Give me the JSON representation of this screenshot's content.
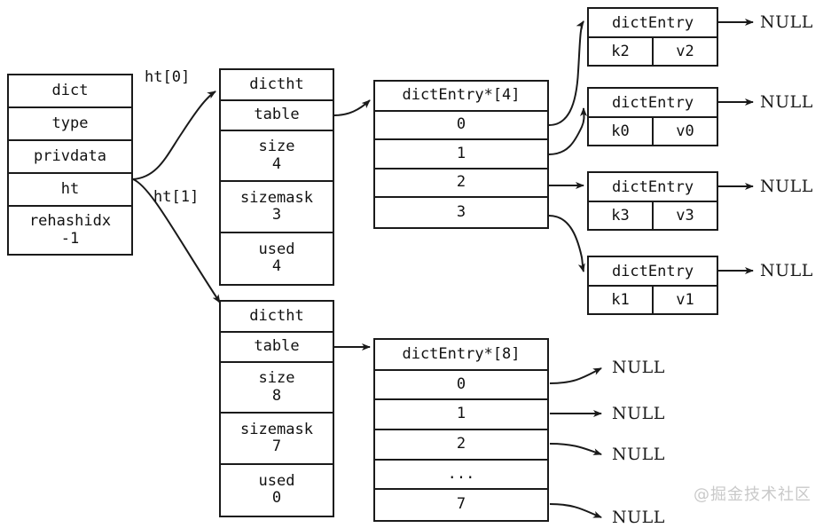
{
  "diagram": {
    "title": "redis-dict-rehash-structure",
    "colors": {
      "stroke": "#1a1a1a",
      "text": "#111111",
      "background": "#ffffff",
      "watermark": "#c9c9c9"
    },
    "dict": {
      "name": "dict",
      "fields": [
        {
          "label": "type",
          "value": ""
        },
        {
          "label": "privdata",
          "value": ""
        },
        {
          "label": "ht",
          "value": ""
        },
        {
          "label": "rehashidx",
          "value": "-1"
        }
      ]
    },
    "pointer_labels": {
      "ht0": "ht[0]",
      "ht1": "ht[1]"
    },
    "hashtables": [
      {
        "name": "dictht",
        "table_label": "table",
        "size_label": "size",
        "size_value": "4",
        "sizemask_label": "sizemask",
        "sizemask_value": "3",
        "used_label": "used",
        "used_value": "4"
      },
      {
        "name": "dictht",
        "table_label": "table",
        "size_label": "size",
        "size_value": "8",
        "sizemask_label": "sizemask",
        "sizemask_value": "7",
        "used_label": "used",
        "used_value": "0"
      }
    ],
    "bucket_tables": [
      {
        "header": "dictEntry*[4]",
        "slots": [
          "0",
          "1",
          "2",
          "3"
        ]
      },
      {
        "header": "dictEntry*[8]",
        "slots": [
          "0",
          "1",
          "2",
          "...",
          "7"
        ]
      }
    ],
    "entries": [
      {
        "title": "dictEntry",
        "key": "k2",
        "value": "v2",
        "next": "NULL",
        "from_slot": "0"
      },
      {
        "title": "dictEntry",
        "key": "k0",
        "value": "v0",
        "next": "NULL",
        "from_slot": "1"
      },
      {
        "title": "dictEntry",
        "key": "k3",
        "value": "v3",
        "next": "NULL",
        "from_slot": "2"
      },
      {
        "title": "dictEntry",
        "key": "k1",
        "value": "v1",
        "next": "NULL",
        "from_slot": "3"
      }
    ],
    "empty_slot_nulls": [
      "NULL",
      "NULL",
      "NULL",
      "NULL"
    ],
    "watermark": "@掘金技术社区"
  }
}
